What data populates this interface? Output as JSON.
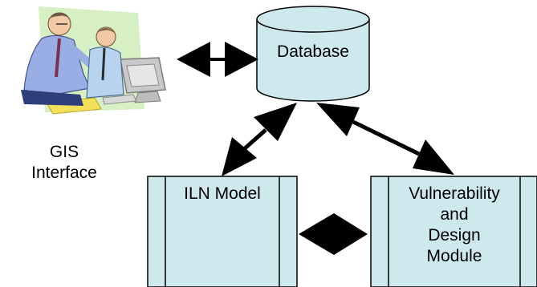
{
  "gis": {
    "label_line1": "GIS",
    "label_line2": "Interface",
    "illustration": "clipart-two-men-at-computer"
  },
  "database": {
    "label": "Database"
  },
  "iln_model": {
    "label": "ILN Model"
  },
  "vulnerability": {
    "line1": "Vulnerability",
    "line2": "and",
    "line3": "Design",
    "line4": "Module"
  },
  "colors": {
    "box_fill": "#cde9ee",
    "outline": "#000000",
    "green_panel": "#d6f0c4",
    "man_left_shirt": "#9aaee6",
    "man_right_shirt": "#b7d3ee",
    "papers": "#f3df5a"
  }
}
